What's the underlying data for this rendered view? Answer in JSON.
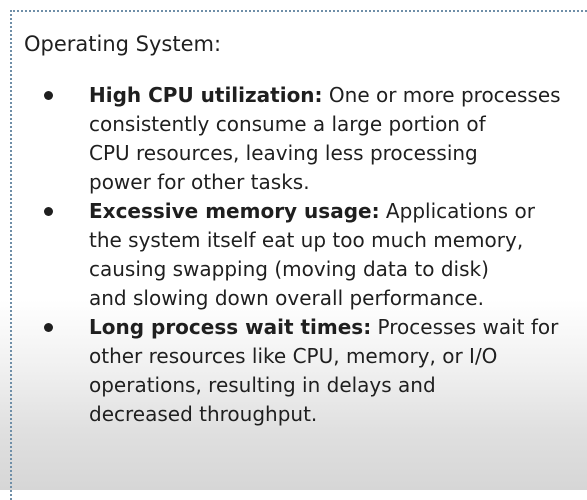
{
  "heading": "Operating System:",
  "items": [
    {
      "term": "High CPU utilization:",
      "lines": [
        " One or more processes",
        "consistently consume a large portion of",
        "CPU resources, leaving less processing",
        "power for other tasks."
      ]
    },
    {
      "term": "Excessive memory usage:",
      "lines": [
        " Applications or",
        "the system itself eat up too much memory,",
        "causing swapping (moving data to disk)",
        "and slowing down overall performance."
      ]
    },
    {
      "term": "Long process wait times:",
      "lines": [
        " Processes wait for",
        "other resources like CPU, memory, or I/O",
        "operations, resulting in delays and",
        "decreased throughput."
      ]
    }
  ]
}
